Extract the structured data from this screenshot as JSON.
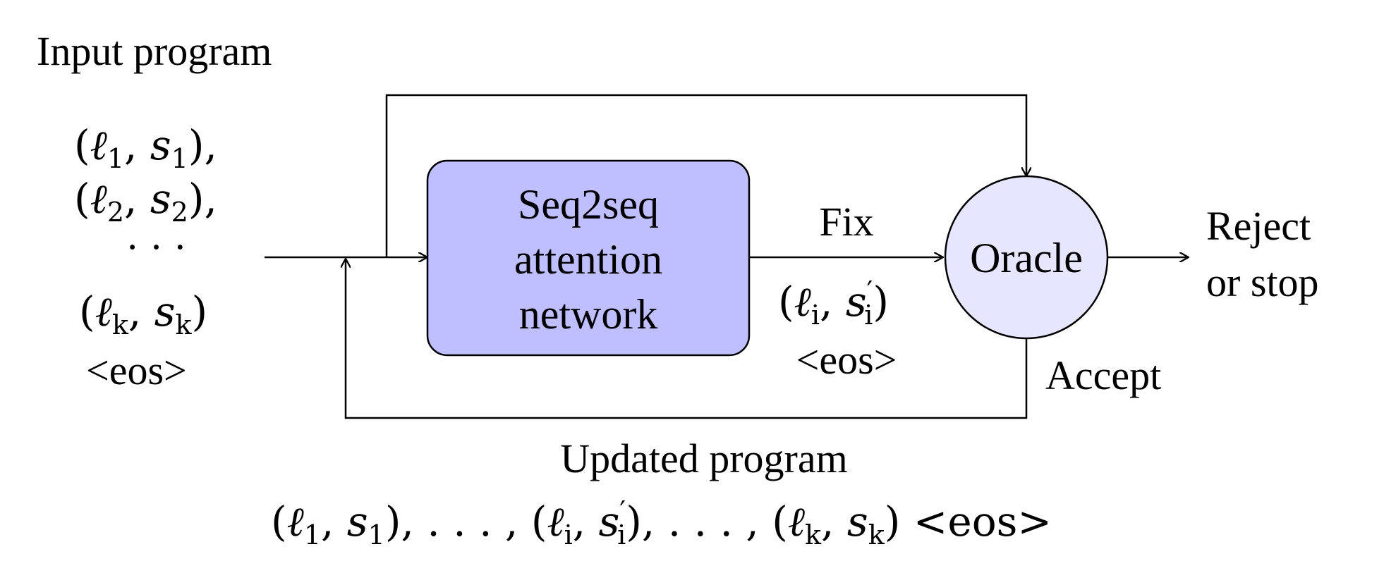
{
  "input": {
    "title": "Input program",
    "lines": [
      "(ℓ",
      "1",
      ", s",
      "1",
      "),",
      "(ℓ",
      "2",
      ", s",
      "2",
      "),",
      "· · ·",
      "(ℓ",
      "k",
      ", s",
      "k",
      ")",
      "<eos>"
    ]
  },
  "seq2seq": {
    "line1": "Seq2seq",
    "line2": "attention",
    "line3": "network",
    "fill": "#bfbfff"
  },
  "fix": {
    "label": "Fix",
    "pair_open": "(ℓ",
    "pair_i": "i",
    "pair_s": ", s",
    "pair_prime": "′",
    "pair_close": ")",
    "eos": "<eos>"
  },
  "oracle": {
    "label": "Oracle",
    "fill": "#e6e6ff"
  },
  "reject": {
    "line1": "Reject",
    "line2": "or stop"
  },
  "accept": {
    "label": "Accept"
  },
  "updated": {
    "title": "Updated program",
    "seq": {
      "p1": "(ℓ",
      "s1a": "1",
      "p2": ", s",
      "s1b": "1",
      "p3": "), . . . , (ℓ",
      "si": "i",
      "p4": ", s",
      "prime": "′",
      "sii": "i",
      "p5": "), . . . , (ℓ",
      "sk1": "k",
      "p6": ", s",
      "sk2": "k",
      "p7": ") ",
      "eos": "<eos>"
    }
  }
}
